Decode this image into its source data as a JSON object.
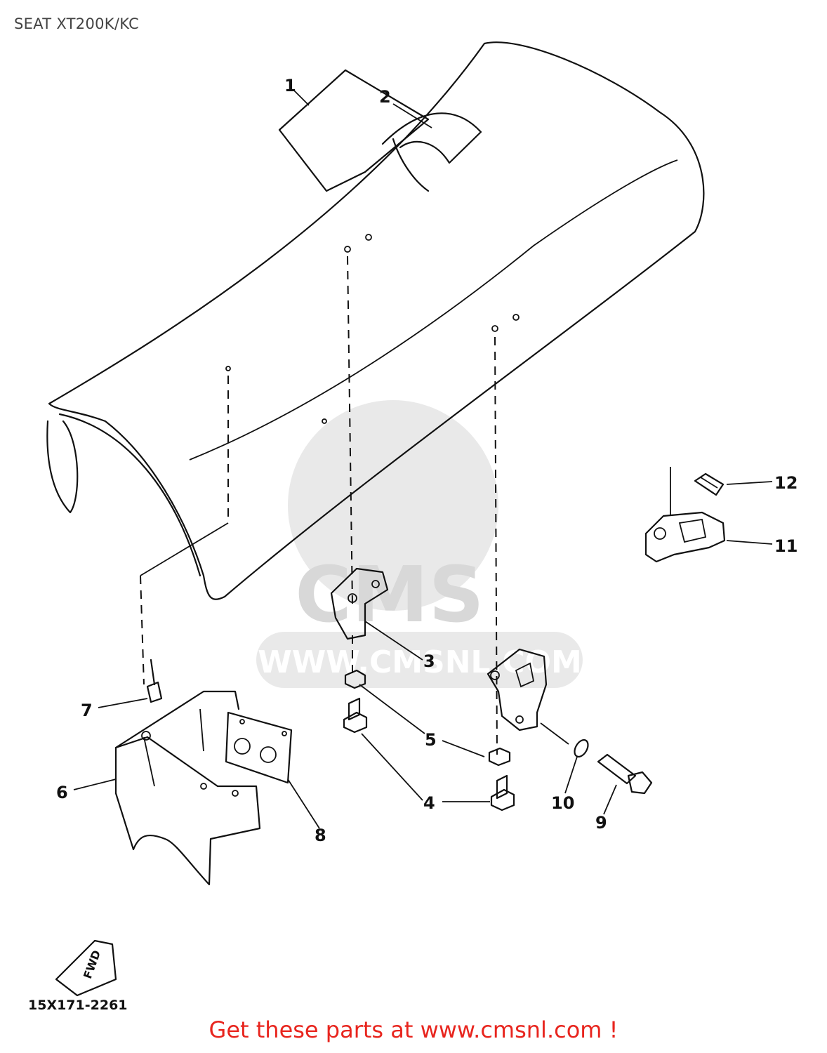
{
  "header": {
    "title": "SEAT XT200K/KC"
  },
  "diagram": {
    "callouts": [
      "1",
      "2",
      "3",
      "4",
      "5",
      "6",
      "7",
      "8",
      "9",
      "10",
      "11",
      "12"
    ],
    "fwd_label": "FWD",
    "code": "15X171-2261"
  },
  "watermark": {
    "brand": "CMS",
    "url": "WWW.CMSNL.COM"
  },
  "footer": {
    "text": "Get these parts at www.cmsnl.com !",
    "color": "#e8251e"
  }
}
